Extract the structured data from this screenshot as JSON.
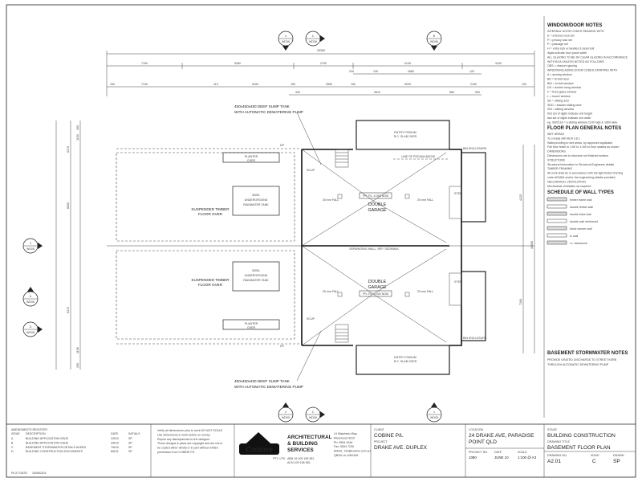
{
  "dimensions": {
    "overall": "25380",
    "top": [
      "7190",
      "5280",
      "2790",
      "5140",
      "3100"
    ],
    "second_row": [
      "150",
      "7140",
      "110",
      "5150",
      "150",
      "2850",
      "150",
      "5000",
      "2150",
      "100"
    ],
    "small": [
      "230",
      "130",
      "2660",
      "120",
      "320",
      "9610",
      "580",
      "900"
    ],
    "right_vertical": [
      "4225",
      "16500",
      "7160"
    ],
    "left_vertical": [
      "150",
      "1150",
      "6170",
      "8000",
      "6170",
      "1150",
      "150"
    ]
  },
  "plan": {
    "sump_tank_top": [
      "450x450x450 DEEP SUMP TANK",
      "WITH AUTOMATIC DEWATERING PUMP"
    ],
    "sump_tank_bottom": [
      "450x450x450 DEEP SUMP TANK",
      "WITH AUTOMATIC DEWATERING PUMP"
    ],
    "entry_podium_top": [
      "ENTRY PODIUM",
      "R.C. SLAB OVER"
    ],
    "entry_podium_bottom": [
      "ENTRY PODIUM",
      "R.C. SLAB OVER"
    ],
    "bin_enclosure_top": "BIN ENCLOSURE",
    "bin_enclosure_bottom": "BIN ENCLOSURE",
    "planter_top": [
      "PLANTER",
      "OVER"
    ],
    "planter_bottom": [
      "PLANTER",
      "OVER"
    ],
    "timber_floor_top": [
      "SUSPENDED TIMBER",
      "FLOOR OVER"
    ],
    "timber_floor_bottom": [
      "SUSPENDED TIMBER",
      "FLOOR OVER"
    ],
    "rainwater_tank_top": [
      "3000L",
      "UNDERGROUND",
      "RAINWATER TANK"
    ],
    "rainwater_tank_bottom": [
      "3000L",
      "UNDERGROUND",
      "RAINWATER TANK"
    ],
    "garage_top": [
      "DOUBLE",
      "GARAGE"
    ],
    "garage_bottom": [
      "DOUBLE",
      "GARAGE"
    ],
    "ffl_top": "FFL RL -0.000 NOM",
    "ffl_bottom": "FFL RL -0.000 NOM",
    "separation_wall": "SEPARATING WALL, REF. SEDEMAX",
    "line_of_podium": "LINE OF PODIUM ABOVE",
    "step_top": "STEP",
    "step_bottom": "STEP",
    "fall_labels": [
      "25 mm FALL",
      "25 mm FALL",
      "25 mm FALL",
      "25 mm FALL"
    ],
    "dp_labels": [
      "DP",
      "DP"
    ],
    "scup_labels": [
      "SCUP",
      "SCUP"
    ],
    "sec_markers": [
      {
        "num": "4",
        "ref": "WD06"
      },
      {
        "num": "C",
        "ref": "WD06"
      },
      {
        "num": "B",
        "ref": "WD06"
      },
      {
        "num": "3",
        "ref": "WD05"
      },
      {
        "num": "A",
        "ref": "WD06"
      },
      {
        "num": "D",
        "ref": "WD06"
      },
      {
        "num": "2",
        "ref": "WD05"
      },
      {
        "num": "C",
        "ref": "WD06"
      },
      {
        "num": "1",
        "ref": "WD05"
      }
    ]
  },
  "notes": {
    "window_door_title": "WINDOW/DOOR NOTES",
    "window_door_lines": [
      "INTERNAL DOOR CODES READING WITH",
      "E = entrance lock set",
      "P = privacy lock set",
      "P = passage set",
      "H = entry lock w handles & dead bolt",
      "digits indicate door panel width",
      "ALL GLAZING TO BE IN CLEAR GLAZING IN ACCORDANCE",
      "WITH BCA UNLESS NOTED AS FOLLOWS:",
      "OBS = obscure glazing",
      "WINDOW/GLAZING DOOR CODES STARTING WITH",
      "A = awning window",
      "BD = bi-fold door",
      "BW = bi-fold window",
      "DH = double hung window",
      "F = fixed glass window",
      "L = louvre window",
      "SD = sliding door",
      "SDD = stacker sliding door",
      "SW = sliding window",
      "first set of digits indicate unit height",
      "last set of digits indicate unit width",
      "eg. SW2118 = a sliding window 2100 high & 1800 wide"
    ],
    "floor_plan_title": "FLOOR PLAN GENERAL NOTES",
    "floor_plan_lines": [
      "WET AREAS",
      "To comply with BCA 3.8.1",
      "Waterproofing to wet areas, by approved applicator",
      "Fall floor finish to 1:60 to 1:100 to floor wastes as shown",
      "DIMENSIONS",
      "Dimensions are to structure not finished surface",
      "STRUCTURE",
      "Structural information to Structural Engineers details",
      "TIMBER FRAMING",
      "All work shall be in accordance with the light timber framing",
      "code AS1684 and/or the engineering details provided.",
      "MECHANICAL VENTILATION",
      "Mechanical ventilation as required"
    ],
    "wall_types_title": "SCHEDULE OF WALL TYPES",
    "wall_types": [
      "timber frame wall",
      "double timber wall",
      "double brick wall",
      "double wall reinforced",
      "block veneer wall",
      "rc wall",
      "l.c. blockwork"
    ],
    "stormwater_title": "BASEMENT STORMWATER NOTES",
    "stormwater_lines": [
      "PROVIDE GRATED DISCHARGE TO STREET KERB",
      "THROUGH AUTOMATIC DEWATERING PUMP"
    ]
  },
  "title_block": {
    "revision_title": "AMENDMENTS REGISTER",
    "revision_headers": [
      "ISSUE",
      "DESCRIPTION",
      "DATE",
      "INITIALS"
    ],
    "revisions": [
      [
        "A",
        "BUILDING APPLICATION ISSUE",
        "2/5/10",
        "SP"
      ],
      [
        "B",
        "BUILDING APPLICATION ISSUE",
        "3/6/10",
        "SP"
      ],
      [
        "C",
        "BASEMENT STORMWATER DETAILS ADDED",
        "7/6/10",
        "SP"
      ],
      [
        "D",
        "BUILDING CONSTRUCTION DOCUMENTS",
        "8/6/11",
        "SP"
      ]
    ],
    "plot_date_label": "PLOT DATE:",
    "plot_date": "15/08/2011",
    "disclaimer": [
      "Verify all dimensions prior to work DO NOT SCALE",
      "Use dimensions in work before on survey",
      "Report any discrepancies to the designer",
      "These designs & plans are copyright and are not to",
      "be copied either wholly or in part without written",
      "permission from COBINE P/L"
    ],
    "logo_text": "Cobine",
    "logo_sub": "PTY. LTD.",
    "firm_name": [
      "ARCHITECTURAL",
      "& BUILDING",
      "SERVICES"
    ],
    "firm_contact": [
      "ABN 16 109 195 381",
      "ACN 109 196 381"
    ],
    "firm_address": [
      "14 Waiwhetu Way",
      "Riverwood 4210",
      "Ph: 5594 4344",
      "Fax: 5594 7230",
      "EMAIL: info@cobine.com.au",
      "QBSA Lic 1062445"
    ],
    "client_label": "CLIENT",
    "client": "COBINE P/L",
    "project_label": "PROJECT",
    "project": "DRAKE AVE. DUPLEX",
    "location_label": "LOCATION",
    "location": [
      "24 DRAKE AVE, PARADISE",
      "POINT QLD"
    ],
    "project_no_label": "PROJECT NO.",
    "project_no": "1090",
    "date_label": "DATE",
    "date": "JUNE 10",
    "scale_label": "SCALE",
    "scale": "1:100 @ A3",
    "stage_label": "STAGE",
    "stage": "BUILDING CONSTRUCTION",
    "drawing_title_label": "DRAWING TITLE",
    "drawing_title": "BASEMENT FLOOR PLAN",
    "drawing_no_label": "DRAWING NO.",
    "drawing_no": "A2.01",
    "issue_label": "ISSUE",
    "issue": "C",
    "drawn_label": "DRAWN",
    "drawn": "SP"
  }
}
